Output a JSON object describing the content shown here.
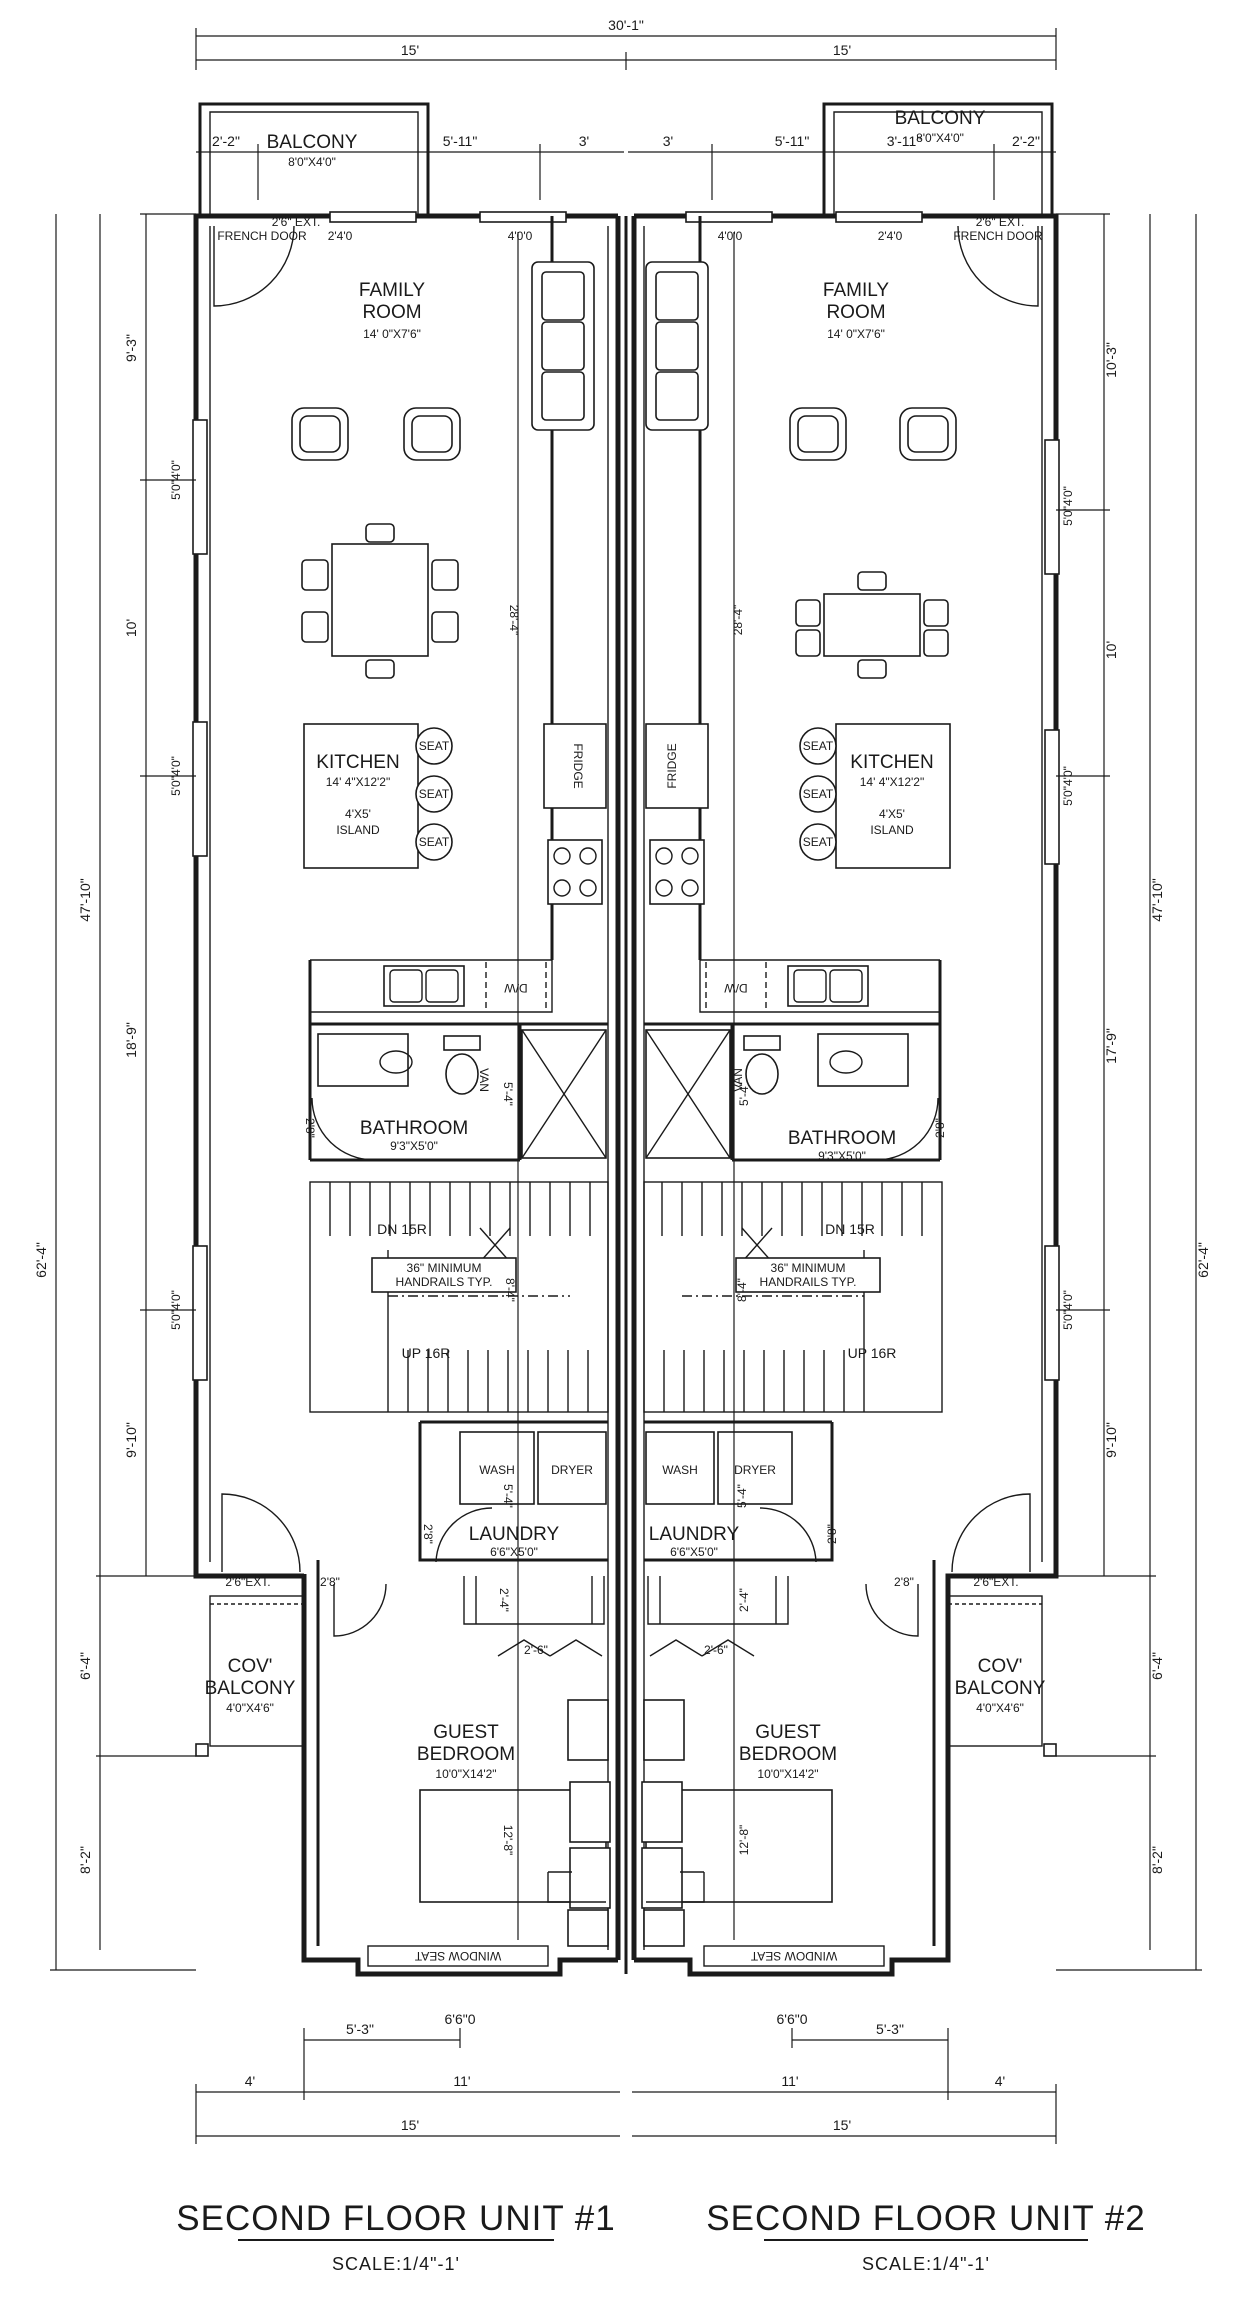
{
  "overall": {
    "width": "30'-1\"",
    "half_left": "15'",
    "half_right": "15'"
  },
  "titles": [
    {
      "title": "SECOND FLOOR UNIT #1",
      "scale": "SCALE:1/4\"-1'"
    },
    {
      "title": "SECOND FLOOR UNIT #2",
      "scale": "SCALE:1/4\"-1'"
    }
  ],
  "unit1": {
    "balcony": {
      "name": "BALCONY",
      "size": "8'0\"X4'0\""
    },
    "top_dims": [
      "2'-2\"",
      "5'-11\"",
      "3'"
    ],
    "french_door": {
      "size": "2'6\" EXT.",
      "name": "FRENCH DOOR"
    },
    "windows": [
      "2'4'0",
      "4'0'0"
    ],
    "family_room": {
      "name1": "FAMILY",
      "name2": "ROOM",
      "size": "14' 0\"X7'6\""
    },
    "kitchen": {
      "name": "KITCHEN",
      "size": "14' 4\"X12'2\"",
      "island_size": "4'X5'",
      "island": "ISLAND",
      "seats": [
        "SEAT",
        "SEAT",
        "SEAT"
      ]
    },
    "fridge": "FRIDGE",
    "dw": "D/W",
    "bathroom": {
      "name": "BATHROOM",
      "size": "9'3\"X5'0\""
    },
    "van": "VAN",
    "stairs": {
      "dn": "DN 15R",
      "note1": "36\" MINIMUM",
      "note2": "HANDRAILS TYP.",
      "up": "UP 16R"
    },
    "laundry": {
      "name": "LAUNDRY",
      "size": "6'6\"X5'0\"",
      "wash": "WASH",
      "dryer": "DRYER"
    },
    "ext_door": "2'6\"EXT.",
    "cov_balcony": {
      "name1": "COV'",
      "name2": "BALCONY",
      "size": "4'0\"X4'6\""
    },
    "guest_bedroom": {
      "name1": "GUEST",
      "name2": "BEDROOM",
      "size": "10'0\"X14'2\""
    },
    "window_seat": "WINDOW SEAT",
    "side_dims": [
      "9'-3\"",
      "5'0\"4'0\"",
      "10'",
      "5'0\"4'0\"",
      "18'-9\"",
      "5'0\"4'0\"",
      "9'-10\"",
      "6'-4\"",
      "8'-2\""
    ],
    "total_dims": [
      "47'-10\"",
      "62'-4\""
    ],
    "interior_dims": [
      "28'-4\"",
      "5'-4\"",
      "8'-4\"",
      "5'-4\"",
      "2'-4\"",
      "12'-8\""
    ],
    "door_dims": [
      "2'8\"",
      "2'8\"",
      "2'8\"",
      "2'8\"",
      "2'-6\""
    ],
    "bottom_dims": [
      "5'-3\"",
      "6'6\"0",
      "4'",
      "11'",
      "15'"
    ]
  },
  "unit2": {
    "balcony": {
      "name": "BALCONY",
      "size": "8'0\"X4'0\""
    },
    "top_dims": [
      "3'",
      "5'-11\"",
      "3'-11\"",
      "2'-2\""
    ],
    "french_door": {
      "size": "2'6\" EXT.",
      "name": "FRENCH DOOR"
    },
    "windows": [
      "4'0'0",
      "2'4'0"
    ],
    "family_room": {
      "name1": "FAMILY",
      "name2": "ROOM",
      "size": "14' 0\"X7'6\""
    },
    "kitchen": {
      "name": "KITCHEN",
      "size": "14' 4\"X12'2\"",
      "island_size": "4'X5'",
      "island": "ISLAND",
      "seats": [
        "SEAT",
        "SEAT",
        "SEAT"
      ]
    },
    "fridge": "FRIDGE",
    "dw": "D/W",
    "bathroom": {
      "name": "BATHROOM",
      "size": "9'3\"X5'0\""
    },
    "van": "VAN",
    "stairs": {
      "dn": "DN 15R",
      "note1": "36\" MINIMUM",
      "note2": "HANDRAILS TYP.",
      "up": "UP 16R"
    },
    "laundry": {
      "name": "LAUNDRY",
      "size": "6'6\"X5'0\"",
      "wash": "WASH",
      "dryer": "DRYER"
    },
    "ext_door": "2'6\"EXT.",
    "cov_balcony": {
      "name1": "COV'",
      "name2": "BALCONY",
      "size": "4'0\"X4'6\""
    },
    "guest_bedroom": {
      "name1": "GUEST",
      "name2": "BEDROOM",
      "size": "10'0\"X14'2\""
    },
    "window_seat": "WINDOW SEAT",
    "side_dims": [
      "10'-3\"",
      "5'0\"4'0\"",
      "10'",
      "5'0\"4'0\"",
      "17'-9\"",
      "5'0\"4'0\"",
      "9'-10\"",
      "6'-4\"",
      "8'-2\""
    ],
    "total_dims": [
      "47'-10\"",
      "62'-4\""
    ],
    "interior_dims": [
      "28'-4\"",
      "5'-4\"",
      "8'-4\"",
      "5'-4\"",
      "2'-4\"",
      "12'-8\""
    ],
    "door_dims": [
      "2'8\"",
      "2'8\"",
      "2'8\"",
      "2'8\"",
      "2'-6\""
    ],
    "bottom_dims": [
      "6'6\"0",
      "5'-3\"",
      "11'",
      "4'",
      "15'"
    ]
  }
}
